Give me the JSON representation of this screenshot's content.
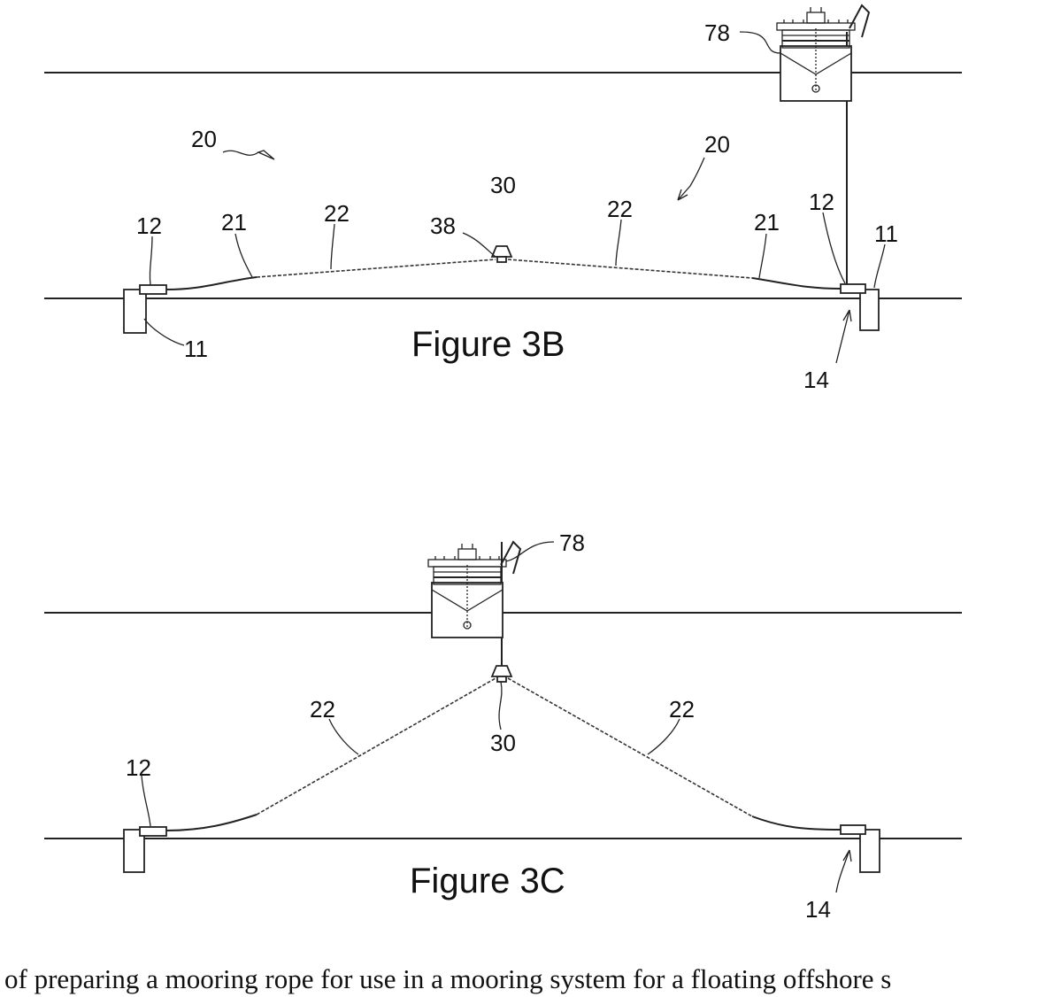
{
  "figure_3b": {
    "title": "Figure 3B",
    "labels": {
      "vessel": "78",
      "system_left": "20",
      "system_right": "20",
      "buoy": "30",
      "buoy_connector": "38",
      "connector_left": "12",
      "connector_right": "12",
      "chain_left": "21",
      "chain_right": "21",
      "rope_left": "22",
      "rope_right": "22",
      "anchor_left": "11",
      "anchor_right": "11",
      "connection_point": "14"
    }
  },
  "figure_3c": {
    "title": "Figure 3C",
    "labels": {
      "vessel": "78",
      "rope_left": "22",
      "rope_right": "22",
      "buoy": "30",
      "connector_left": "12",
      "connection_point": "14"
    }
  },
  "caption": "of preparing a mooring rope for use in a mooring system for a floating offshore s"
}
